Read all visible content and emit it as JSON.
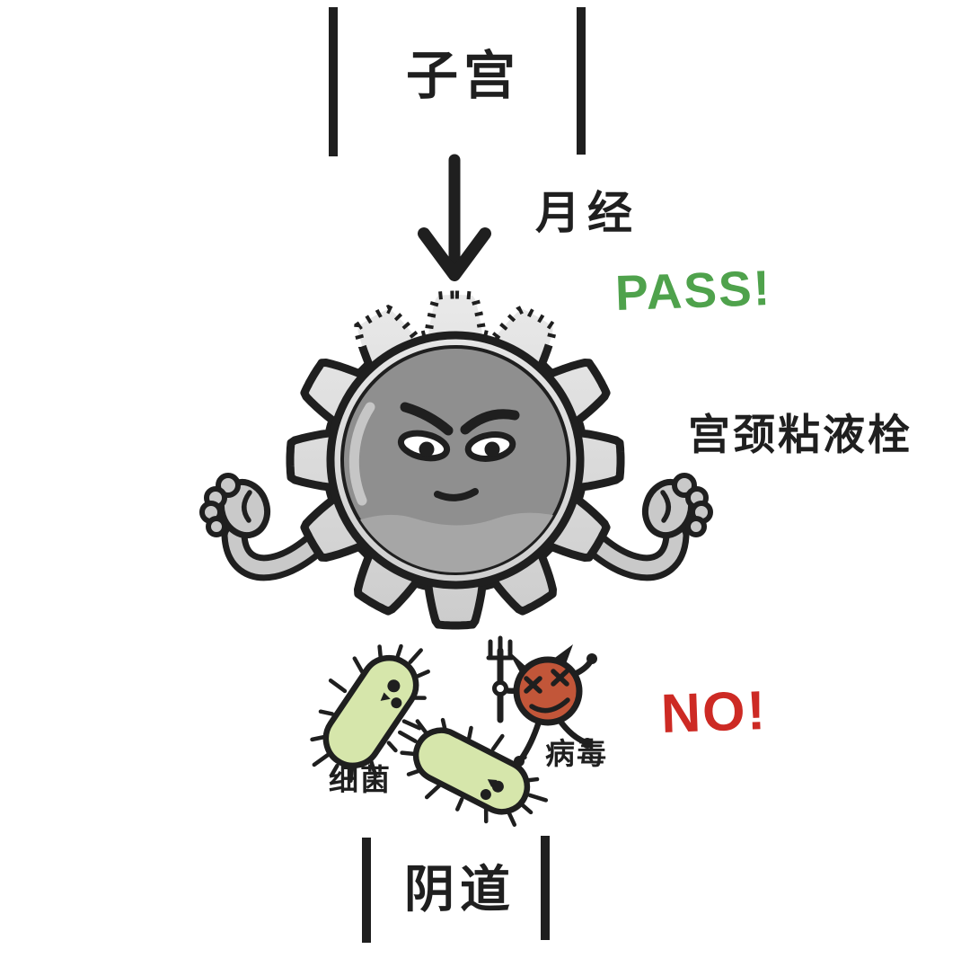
{
  "palette": {
    "ink": "#1f1f1f",
    "pass_green": "#4fa24c",
    "no_red": "#cd2a24",
    "bacteria_green": "#d6e6ab",
    "virus_red": "#c25639",
    "gear_light": "#dcdcdc",
    "face_gray": "#8f8f8f",
    "face_band": "#a6a6a6",
    "arm_gray": "#c9c9c9"
  },
  "labels": {
    "uterus": "子宫",
    "menses": "月经",
    "pass": "PASS!",
    "mucus_plug": "宫颈粘液栓",
    "bacteria": "细菌",
    "virus": "病毒",
    "no": "NO!",
    "vagina": "阴道"
  }
}
